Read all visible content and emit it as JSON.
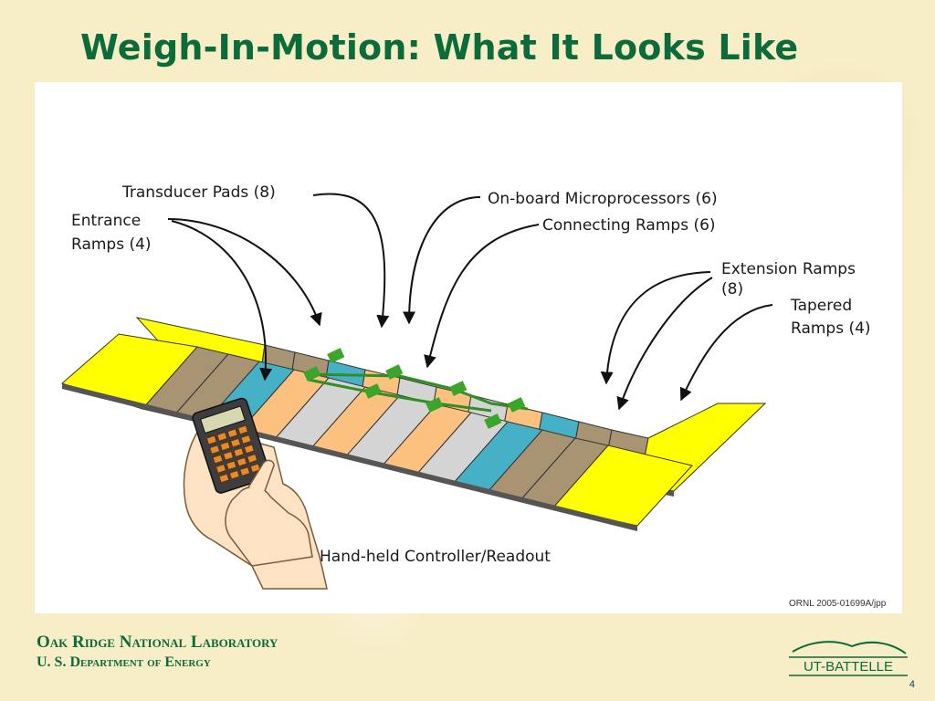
{
  "slide": {
    "title": "Weigh-In-Motion: What It Looks Like",
    "page_number": "4"
  },
  "diagram": {
    "labels": {
      "transducer_pads": "Transducer Pads (8)",
      "entrance_ramps_line1": "Entrance",
      "entrance_ramps_line2": "Ramps (4)",
      "microprocessors": "On-board Microprocessors (6)",
      "connecting_ramps": "Connecting Ramps (6)",
      "extension_ramps_line1": "Extension Ramps",
      "extension_ramps_line2": "(8)",
      "tapered_ramps_line1": "Tapered",
      "tapered_ramps_line2": "Ramps (4)",
      "controller": "Hand-held Controller/Readout"
    },
    "credit": "ORNL 2005-01699A/jpp",
    "colors": {
      "tapered": "#ffff00",
      "extension": "#a89373",
      "entrance": "#45b0c6",
      "pad": "#d4d4d4",
      "connecting": "#fcc17e",
      "microprocessor": "#3aa52a",
      "calculator": "#e88a2a"
    }
  },
  "footer": {
    "org_line1": "Oak Ridge National Laboratory",
    "org_line2": "U. S. Department of Energy",
    "logo_text": "UT-BATTELLE"
  }
}
